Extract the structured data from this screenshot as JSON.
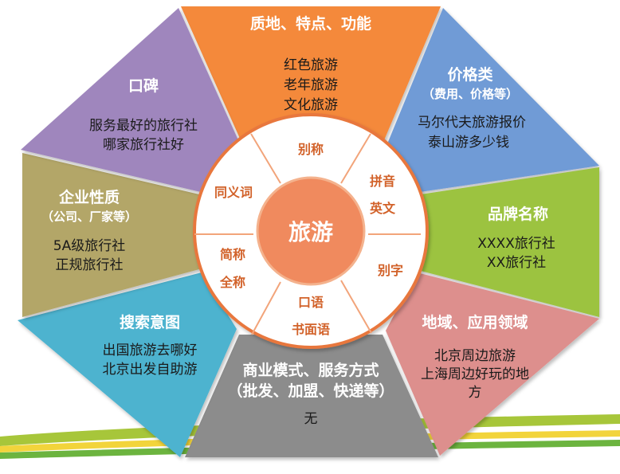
{
  "center": {
    "label": "旅游"
  },
  "segments": {
    "top": {
      "title": "质地、特点、功能",
      "lines": [
        "红色旅游",
        "老年旅游",
        "文化旅游"
      ],
      "color": "#f4893a"
    },
    "top_right": {
      "title": "价格类",
      "subtitle": "（费用、价格等）",
      "lines": [
        "马尔代夫旅游报价",
        "泰山游多少钱"
      ],
      "color": "#6f9bd6"
    },
    "right": {
      "title": "品牌名称",
      "lines": [
        "XXXX旅行社",
        "XX旅行社"
      ],
      "color": "#9cc33f"
    },
    "bottom_right": {
      "title": "地域、应用领域",
      "lines": [
        "北京周边旅游",
        "上海周边好玩的地",
        "方"
      ],
      "color": "#dd8f8d"
    },
    "bottom": {
      "title": "商业模式、服务方式",
      "subtitle": "（批发、加盟、快递等）",
      "lines": [
        "无"
      ],
      "color": "#8c8c8c"
    },
    "bottom_left": {
      "title": "搜索意图",
      "lines": [
        "出国旅游去哪好",
        "北京出发自助游"
      ],
      "color": "#4db3cf"
    },
    "left": {
      "title": "企业性质",
      "subtitle": "（公司、厂家等）",
      "lines": [
        "5A级旅行社",
        "正规旅行社"
      ],
      "color": "#b3a668"
    },
    "top_left": {
      "title": "口碑",
      "lines": [
        "服务最好的旅行社",
        "哪家旅行社好"
      ],
      "color": "#9f86bd"
    }
  },
  "ring": {
    "top": "别称",
    "top_right": [
      "拼音",
      "英文"
    ],
    "right": "别字",
    "bottom_right": [
      "口语",
      "书面语"
    ],
    "bottom_left": [
      "简称",
      "全称"
    ],
    "left": "同义词"
  },
  "colors": {
    "ring_text": "#d2622a",
    "center_fill": "#f08a5e",
    "ring_fill": "#ffffff"
  }
}
